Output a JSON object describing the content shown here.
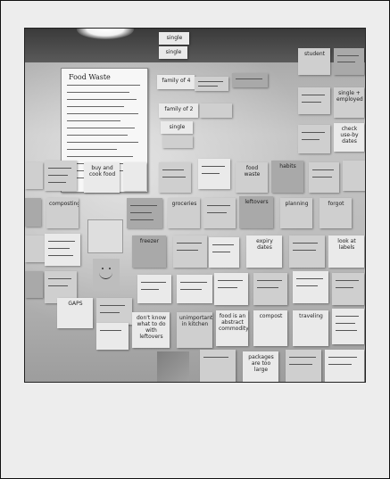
{
  "photo": {
    "poster_title": "Food Waste",
    "notes": [
      {
        "text": "family of 4"
      },
      {
        "text": "family of 2"
      },
      {
        "text": "single"
      },
      {
        "text": "single"
      },
      {
        "text": "single"
      },
      {
        "text": "student"
      },
      {
        "text": "single + employed"
      },
      {
        "text": "buy and cook food"
      },
      {
        "text": "food waste"
      },
      {
        "text": "habits"
      },
      {
        "text": "composting"
      },
      {
        "text": "groceries"
      },
      {
        "text": "leftovers"
      },
      {
        "text": "planning"
      },
      {
        "text": "freezer"
      },
      {
        "text": "expiry dates"
      },
      {
        "text": "unimportant in kitchen"
      },
      {
        "text": "compost"
      },
      {
        "text": "traveling"
      },
      {
        "text": "forgot"
      },
      {
        "text": "packages are too large"
      },
      {
        "text": "GAPS"
      },
      {
        "text": "don't know what to do with leftovers"
      },
      {
        "text": "food is an abstract commodity"
      },
      {
        "text": "look at labels"
      },
      {
        "text": "check use-by dates"
      }
    ]
  }
}
